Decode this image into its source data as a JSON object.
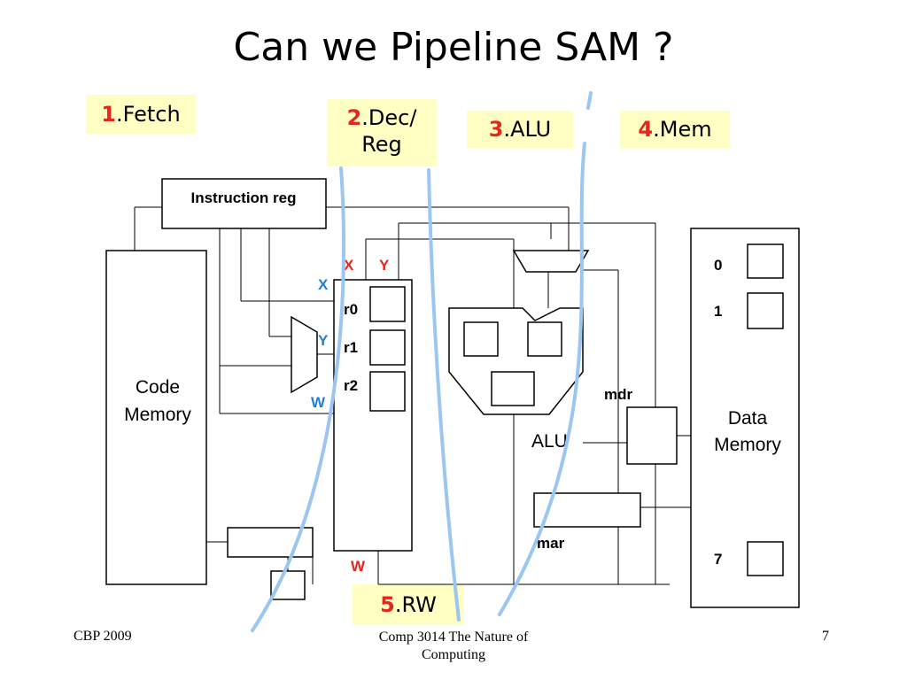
{
  "title": "Can we Pipeline SAM ?",
  "stages": [
    {
      "num": "1",
      "label": ".Fetch"
    },
    {
      "num": "2",
      "label": ".Dec/",
      "label2": "Reg"
    },
    {
      "num": "3",
      "label": ".ALU"
    },
    {
      "num": "4",
      "label": ".Mem"
    },
    {
      "num": "5",
      "label": ".RW"
    }
  ],
  "diagram": {
    "instruction_reg": "Instruction reg",
    "code_memory_1": "Code",
    "code_memory_2": "Memory",
    "data_memory_1": "Data",
    "data_memory_2": "Memory",
    "alu": "ALU",
    "mdr": "mdr",
    "mar": "mar",
    "reg_r0": "r0",
    "reg_r1": "r1",
    "reg_r2": "r2",
    "mux_x": "X",
    "mux_y": "Y",
    "mux_w": "W",
    "port_x": "X",
    "port_y": "Y",
    "port_w": "W",
    "mem_0": "0",
    "mem_1": "1",
    "mem_7": "7"
  },
  "footer": {
    "left": "CBP 2009",
    "center_1": "Comp 3014 The Nature of",
    "center_2": "Computing",
    "right": "7"
  },
  "colors": {
    "stage_bg": "#ffffc4",
    "stage_num": "#e8251b",
    "boundary": "#9ac6f1",
    "label_blue": "#1f7fd6",
    "label_red": "#e8251b"
  }
}
